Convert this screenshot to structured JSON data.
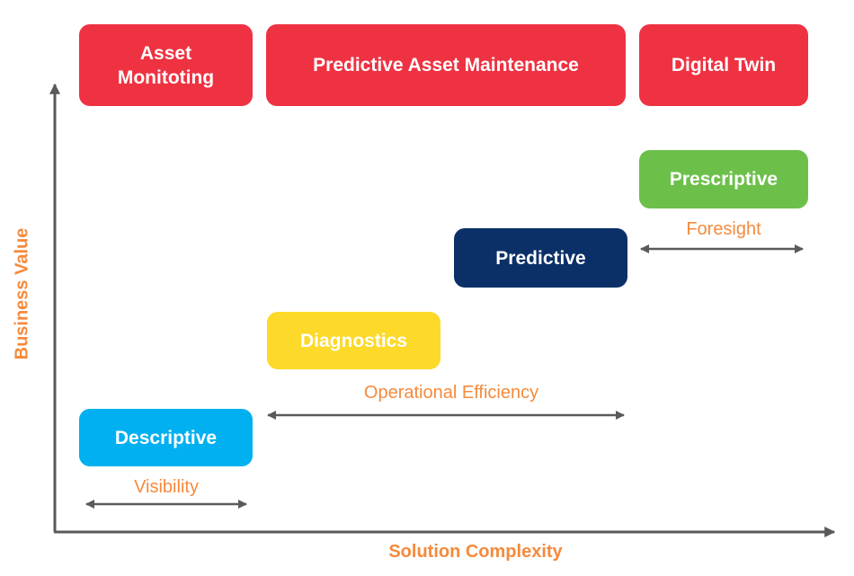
{
  "solutions": [
    {
      "label": "Asset Monitoting",
      "color": "#ee3242"
    },
    {
      "label": "Predictive Asset Maintenance",
      "color": "#ee3242"
    },
    {
      "label": "Digital Twin",
      "color": "#ee3242"
    }
  ],
  "stages": [
    {
      "label": "Descriptive",
      "color": "#00b0f0"
    },
    {
      "label": "Diagnostics",
      "color": "#fdd92a"
    },
    {
      "label": "Predictive",
      "color": "#0b3068"
    },
    {
      "label": "Prescriptive",
      "color": "#6cc04a"
    }
  ],
  "outcomes": [
    {
      "label": "Visibility"
    },
    {
      "label": "Operational Efficiency"
    },
    {
      "label": "Foresight"
    }
  ],
  "axes": {
    "x_label": "Solution Complexity",
    "y_label": "Business Value"
  },
  "colors": {
    "label": "#f58a3c",
    "arrow": "#5a5a5a"
  }
}
